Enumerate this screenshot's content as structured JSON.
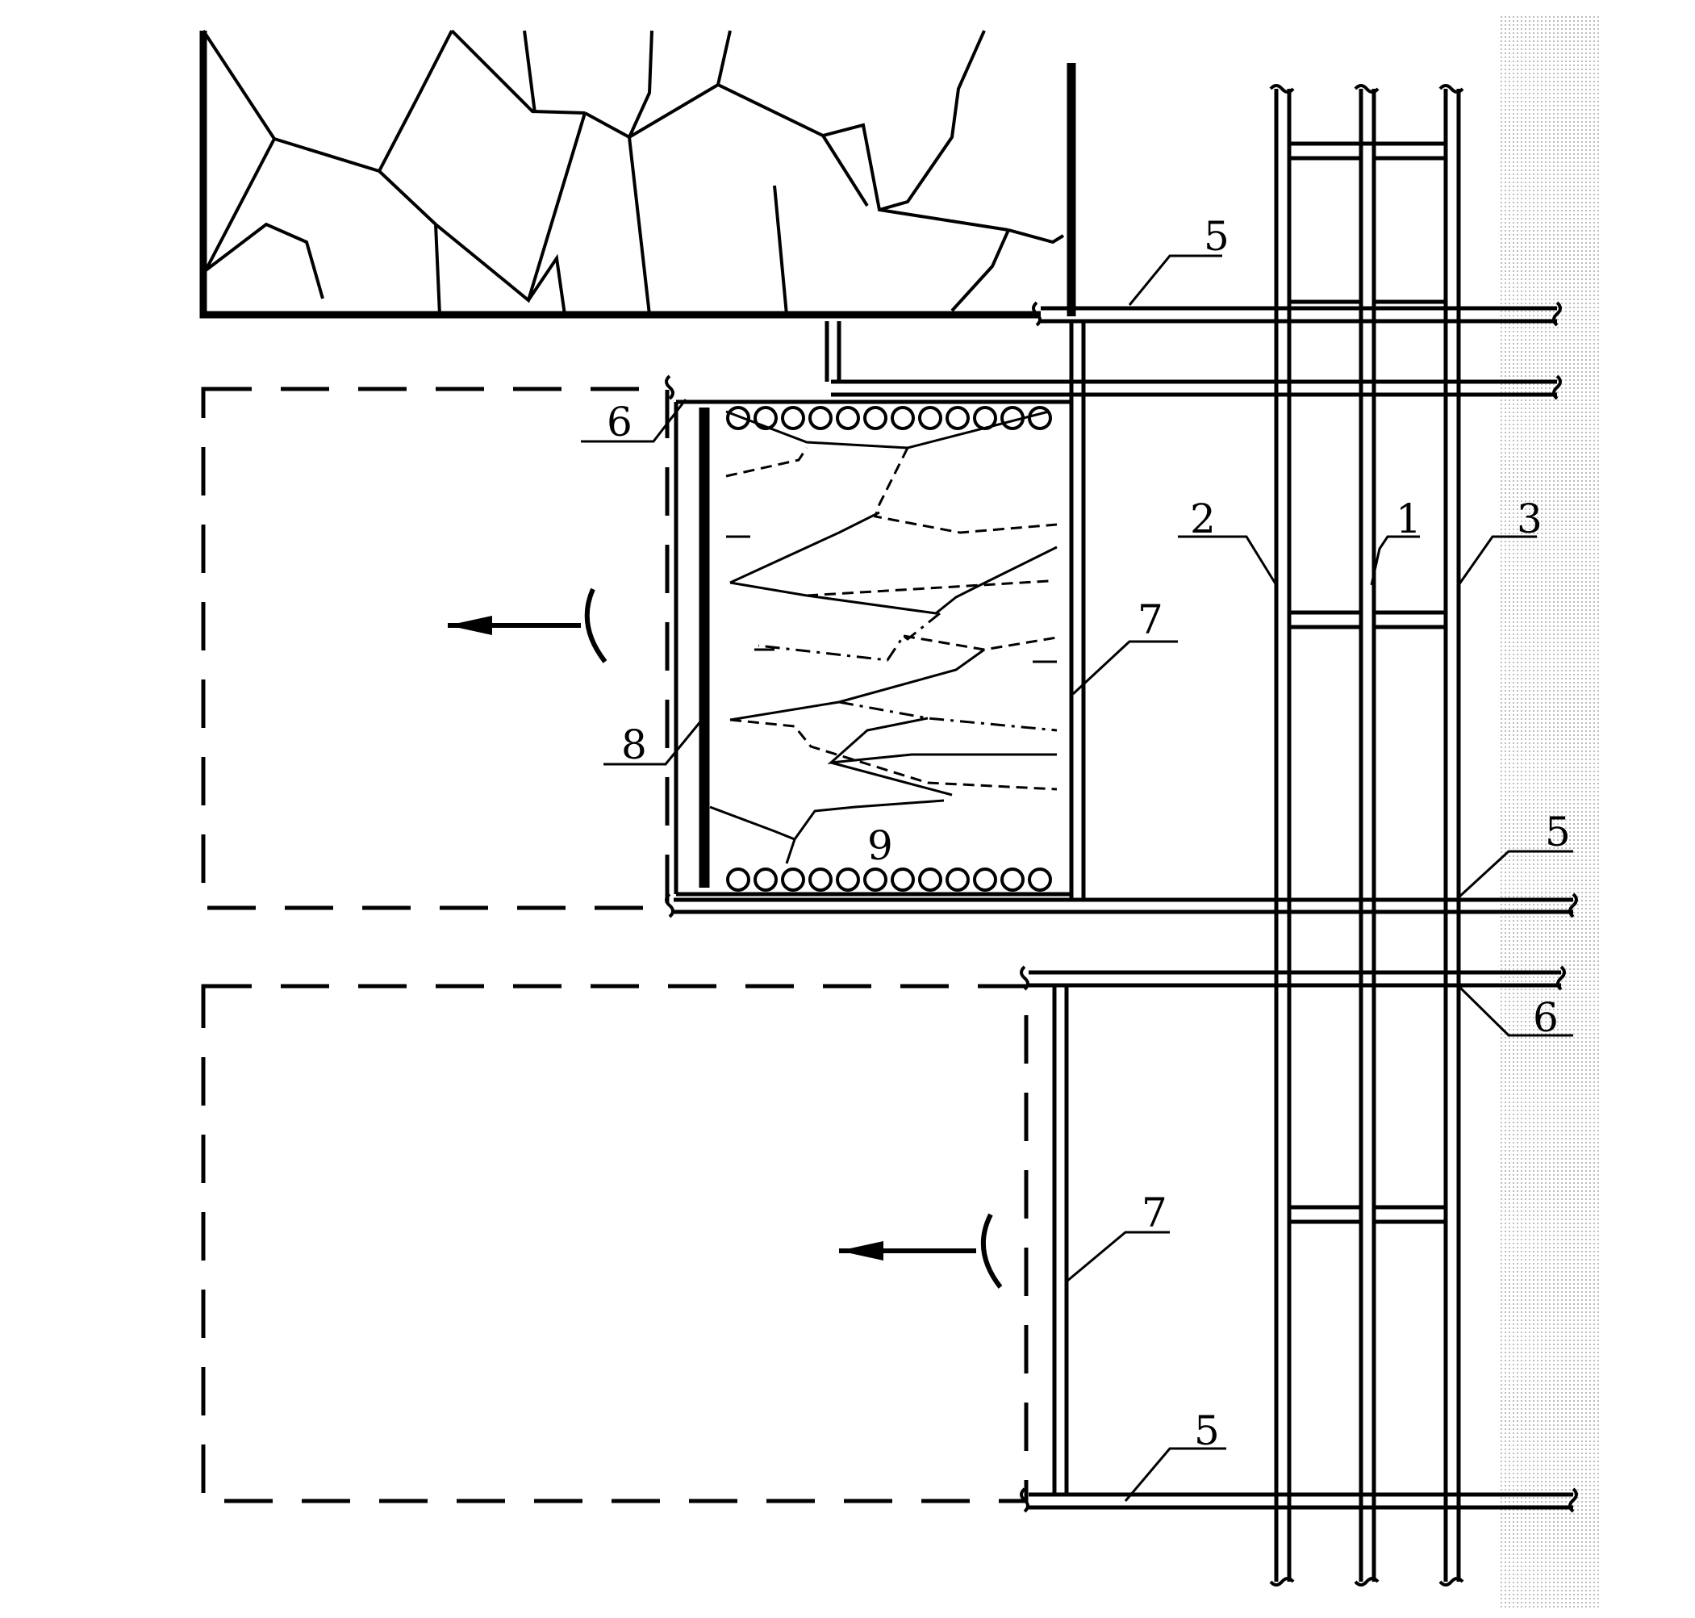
{
  "diagram": {
    "labels": {
      "pillar": "1",
      "roadway_left": "2",
      "roadway_right": "3",
      "crosscut": "5",
      "open_off_cut": "6",
      "gate_road": "7",
      "support": "8",
      "caved_zone": "9"
    },
    "colors": {
      "ink": "#000000",
      "hatch": "#cfcfcf",
      "background": "#ffffff"
    },
    "icons": {
      "advance": "arrow-left-icon",
      "face_marker": "arc-icon"
    }
  }
}
